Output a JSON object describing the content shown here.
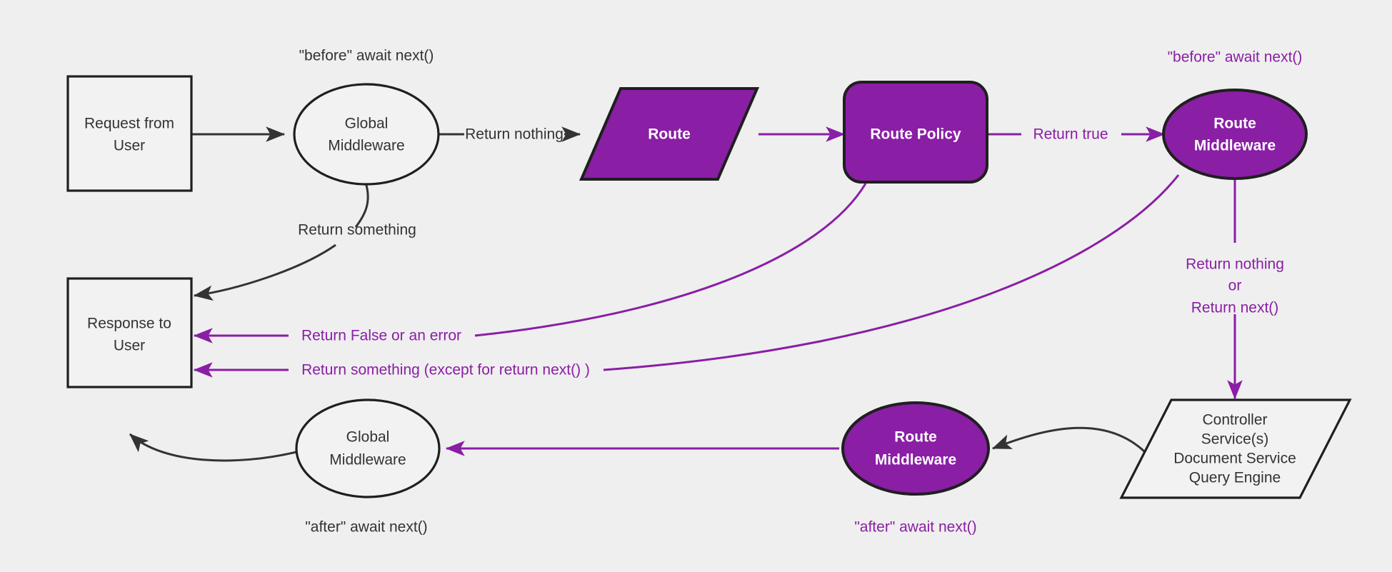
{
  "diagram": {
    "title": "Request / Middleware lifecycle flow",
    "background_color": "#efefef",
    "accent_color": "#8A1EA5",
    "dark_color": "#333333",
    "nodes": {
      "request": {
        "line1": "Request from",
        "line2": "User"
      },
      "global_middleware_top": {
        "line1": "Global",
        "line2": "Middleware"
      },
      "route": {
        "label": "Route"
      },
      "route_policy": {
        "label": "Route Policy"
      },
      "route_middleware_top": {
        "line1": "Route",
        "line2": "Middleware"
      },
      "response": {
        "line1": "Response to",
        "line2": "User"
      },
      "global_middleware_bottom": {
        "line1": "Global",
        "line2": "Middleware"
      },
      "route_middleware_bottom": {
        "line1": "Route",
        "line2": "Middleware"
      },
      "controller": {
        "line1": "Controller",
        "line2": "Service(s)",
        "line3": "Document Service",
        "line4": "Query Engine"
      }
    },
    "annotations": {
      "before_global": "\"before\" await next()",
      "before_route_mw": "\"before\" await next()",
      "after_global": "\"after\" await next()",
      "after_route_mw": "\"after\" await next()"
    },
    "edge_labels": {
      "return_nothing": "Return nothing",
      "return_something": "Return something",
      "return_true": "Return true",
      "return_false_or_error": "Return False or an error",
      "return_something_except": "Return something (except for return next() )",
      "return_nothing_or_next_1": "Return nothing",
      "return_nothing_or_next_2": "or",
      "return_nothing_or_next_3": "Return next()"
    }
  }
}
